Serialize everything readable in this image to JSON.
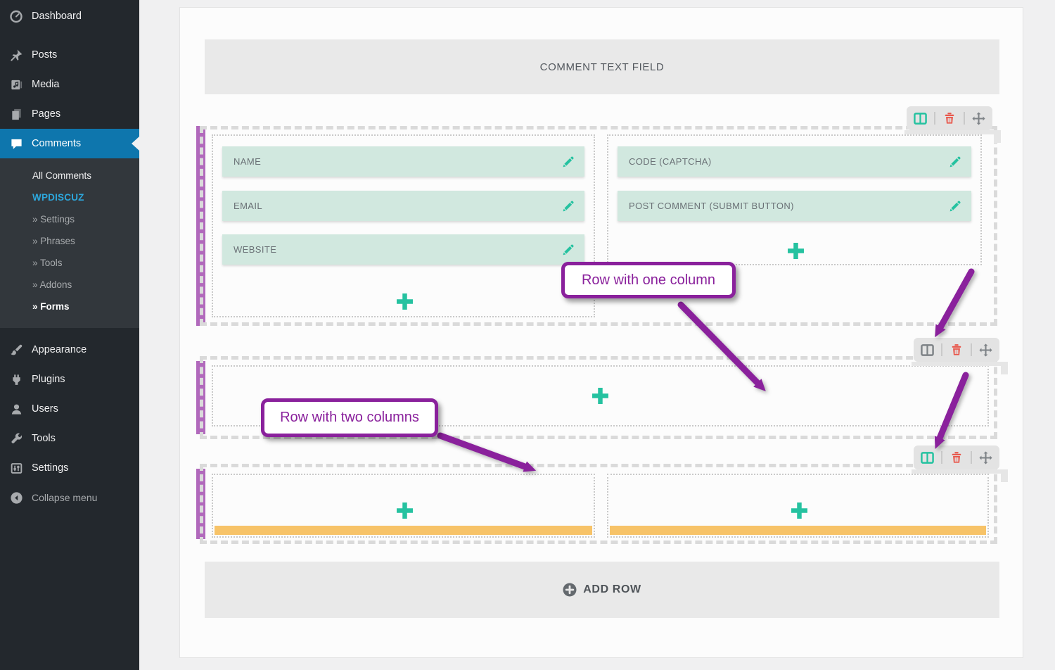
{
  "sidebar": {
    "menu_top": [
      {
        "label": "Dashboard",
        "icon": "dashboard-icon"
      },
      {
        "label": "Posts",
        "icon": "pin-icon"
      },
      {
        "label": "Media",
        "icon": "media-icon"
      },
      {
        "label": "Pages",
        "icon": "pages-icon"
      },
      {
        "label": "Comments",
        "icon": "comments-icon",
        "active": true
      }
    ],
    "submenu": {
      "items": [
        {
          "label": "All Comments"
        },
        {
          "label": "WPDISCUZ"
        },
        {
          "label": "» Settings"
        },
        {
          "label": "» Phrases"
        },
        {
          "label": "» Tools"
        },
        {
          "label": "» Addons"
        },
        {
          "label": "» Forms",
          "current": true
        }
      ]
    },
    "menu_bottom": [
      {
        "label": "Appearance",
        "icon": "appearance-icon"
      },
      {
        "label": "Plugins",
        "icon": "plugin-icon"
      },
      {
        "label": "Users",
        "icon": "users-icon"
      },
      {
        "label": "Tools",
        "icon": "wrench-icon"
      },
      {
        "label": "Settings",
        "icon": "settings-icon"
      }
    ],
    "collapse": {
      "label": "Collapse menu",
      "icon": "collapse-icon"
    }
  },
  "form_builder": {
    "header": "COMMENT TEXT FIELD",
    "add_row_label": "ADD ROW",
    "row1": {
      "col1_fields": [
        {
          "label": "NAME"
        },
        {
          "label": "EMAIL"
        },
        {
          "label": "WEBSITE"
        }
      ],
      "col2_fields": [
        {
          "label": "CODE (CAPTCHA)"
        },
        {
          "label": "POST COMMENT (SUBMIT BUTTON)"
        }
      ]
    },
    "toolbar_icons": [
      "columns-icon",
      "trash-icon",
      "move-icon"
    ]
  },
  "annotations": {
    "one_column": "Row with one column",
    "two_columns": "Row with two columns"
  },
  "colors": {
    "accent_teal": "#25c2a0",
    "danger_red": "#e8574c",
    "row_purple_bar": "#b169bc",
    "annotation_purple": "#8a219c",
    "orange_strip": "#f7c368",
    "active_menu_blue": "#0e76ad",
    "brand_link_cyan": "#2da7dc",
    "sidebar_bg": "#23282d",
    "submenu_bg": "#32373c",
    "field_mint": "#d1e8df"
  }
}
